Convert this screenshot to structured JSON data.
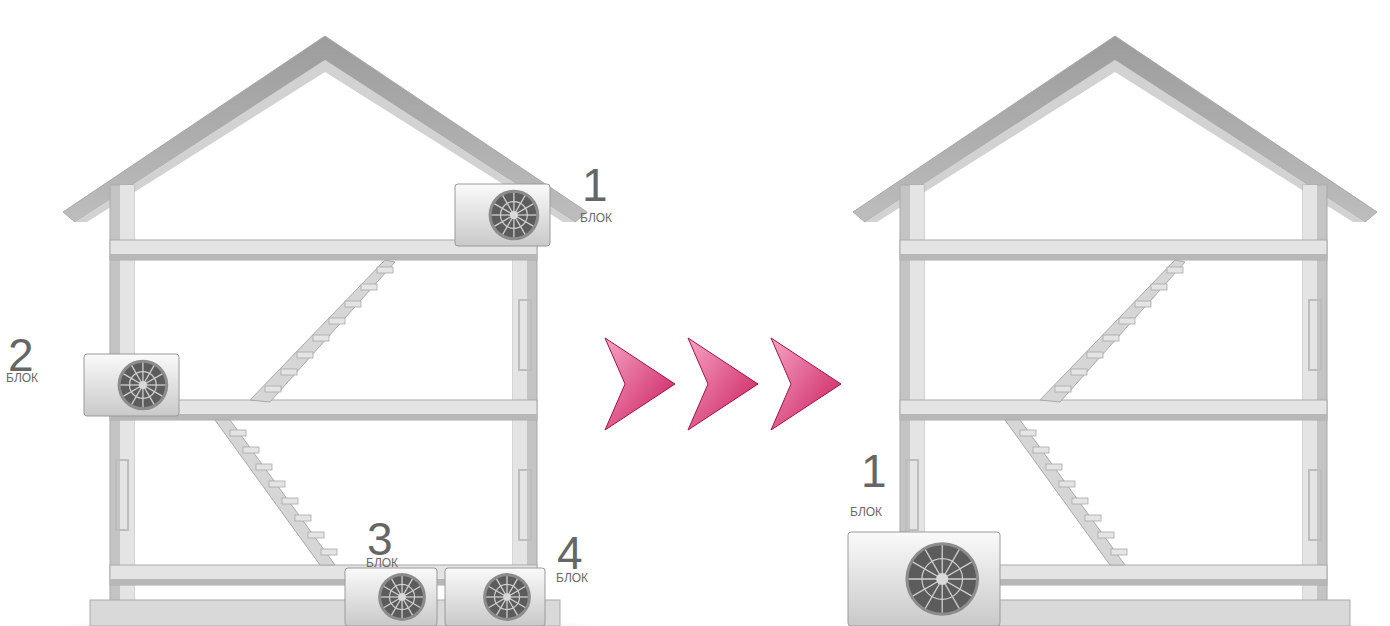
{
  "diagram": {
    "labels": [
      "1",
      "БЛОК",
      "2",
      "БЛОК",
      "3",
      "БЛОК",
      "4",
      "БЛОК",
      "1",
      "БЛОК"
    ]
  }
}
